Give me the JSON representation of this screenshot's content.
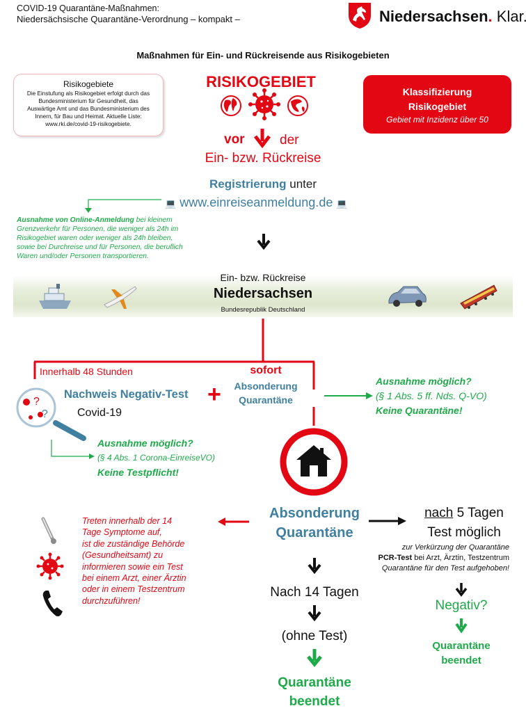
{
  "header": {
    "title_line1": "COVID-19 Quarantäne-Maßnahmen:",
    "title_line2": "Niedersächsische Quarantäne-Verordnung – kompakt –",
    "brand_name": "Niedersachsen",
    "brand_dot": ".",
    "brand_suffix": "Klar."
  },
  "headline": "Maßnahmen für Ein- und Rückreisende aus Risikogebieten",
  "info_box": {
    "title": "Risikogebiete",
    "text": "Die Einstufung als Risikogebiet erfolgt durch das\nBundesministerium für Gesundheit, das\nAuswärtige Amt und das Bundesministerium des\nInnern, für Bau und Heimat. Aktuelle Liste:\nwww.rki.de/covid-19-risikogebiete."
  },
  "risikogebiet_title": "RISIKOGEBIET",
  "classification_box": {
    "line1": "Klassifizierung",
    "line2": "Risikogebiet",
    "line3": "Gebiet mit Inzidenz über 50"
  },
  "before_travel": {
    "vor": "vor",
    "der": "der",
    "line2": "Ein- bzw. Rückreise"
  },
  "registration": {
    "bold": "Registrierung",
    "rest": "unter",
    "url": "www.einreiseanmeldung.de"
  },
  "online_exception": {
    "bold": "Ausnahme von Online-Anmeldung",
    "rest": "bei kleinem\nGrenzverkehr für Personen, die weniger als 24h im\nRisikogebiet waren oder weniger als 24h bleiben,\nsowie bei Durchreise und für Personen, die beruflich\nWaren und/oder Personen transportieren."
  },
  "entry_band": {
    "line1": "Ein- bzw. Rückreise",
    "line2": "Niedersachsen",
    "line3": "Bundesrepublik Deutschland"
  },
  "within_48": "Innerhalb 48 Stunden",
  "immediately": {
    "sofort": "sofort",
    "line2": "Absonderung",
    "line3": "Quarantäne"
  },
  "negative_test": {
    "line1": "Nachweis Negativ-Test",
    "line2": "Covid-19"
  },
  "exception_right": {
    "line1": "Ausnahme möglich?",
    "line2": "(§ 1 Abs. 5 ff. Nds. Q-VO)",
    "line3": "Keine Quarantäne!"
  },
  "exception_test": {
    "line1": "Ausnahme möglich?",
    "line2": "(§ 4 Abs. 1 Corona-EinreiseVO)",
    "line3": "Keine Testpflicht!"
  },
  "symptoms_text": "Treten innerhalb der 14\nTage Symptome auf,\nist die zuständige Behörde\n(Gesundheitsamt) zu\ninformieren sowie ein Test\nbei einem Arzt, einer Ärztin\noder in einem Testzentrum\ndurchzuführen!",
  "quarantine_center": {
    "line1": "Absonderung",
    "line2": "Quarantäne"
  },
  "after5": {
    "nach": "nach",
    "rest": "5 Tagen",
    "line2": "Test möglich",
    "note1": "zur Verkürzung der Quarantäne",
    "note2_bold": "PCR-Test",
    "note2_rest": "bei Arzt, Ärztin, Testzentrum",
    "note3": "Quarantäne für den Test aufgehoben!",
    "negativ": "Negativ?",
    "ended1": "Quarantäne",
    "ended2": "beendet"
  },
  "after14": {
    "line1": "Nach 14 Tagen",
    "line2": "(ohne Test)",
    "ended1": "Quarantäne",
    "ended2": "beendet"
  },
  "plus": "+",
  "colors": {
    "red": "#e30613",
    "teal": "#3f7fa0",
    "green": "#1faa4a"
  },
  "icons": [
    "horse-logo-icon",
    "globe-icon",
    "virus-icon",
    "arrow-down-icon",
    "laptop-icon",
    "ship-icon",
    "airplane-icon",
    "car-icon",
    "train-icon",
    "magnifier-icon",
    "house-icon",
    "thermometer-icon",
    "phone-icon"
  ]
}
